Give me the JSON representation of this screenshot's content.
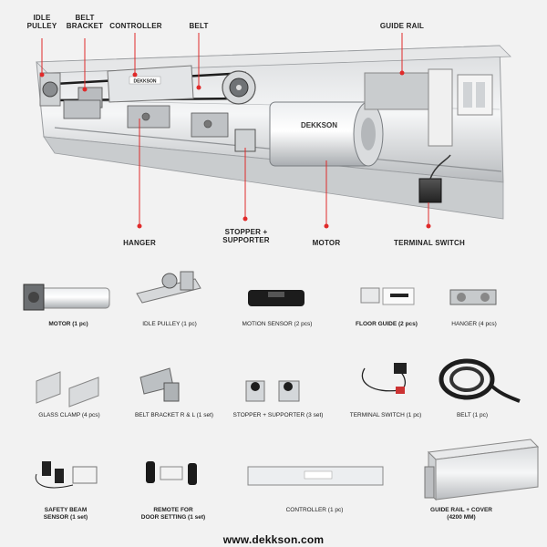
{
  "assembly": {
    "labels": {
      "idle_pulley": "IDLE\nPULLEY",
      "belt_bracket": "BELT\nBRACKET",
      "controller": "CONTROLLER",
      "belt": "BELT",
      "guide_rail": "GUIDE RAIL",
      "hanger": "HANGER",
      "stopper_supporter": "STOPPER +\nSUPPORTER",
      "motor": "MOTOR",
      "terminal_switch": "TERMINAL SWITCH"
    },
    "motor_brand": "DEKKSON",
    "controller_brand": "DEKKSON",
    "accent_color": "#e02a2a"
  },
  "parts": [
    {
      "label": "MOTOR (1 pc)"
    },
    {
      "label": "IDLE PULLEY (1 pc)"
    },
    {
      "label": "MOTION SENSOR (2 pcs)"
    },
    {
      "label": "FLOOR GUIDE (2 pcs)"
    },
    {
      "label": "HANGER (4 pcs)"
    },
    {
      "label": "GLASS CLAMP (4 pcs)"
    },
    {
      "label": "BELT BRACKET R & L (1 set)"
    },
    {
      "label": "STOPPER + SUPPORTER (3 set)"
    },
    {
      "label": "TERMINAL SWITCH (1 pc)"
    },
    {
      "label": "BELT (1 pc)"
    },
    {
      "label": "SAFETY BEAM\nSENSOR (1 set)"
    },
    {
      "label": "REMOTE FOR\nDOOR SETTING (1 set)"
    },
    {
      "label": "CONTROLLER (1 pc)"
    },
    {
      "label": "GUIDE RAIL + COVER\n(4200 MM)"
    }
  ],
  "footer": {
    "website": "www.dekkson.com"
  }
}
